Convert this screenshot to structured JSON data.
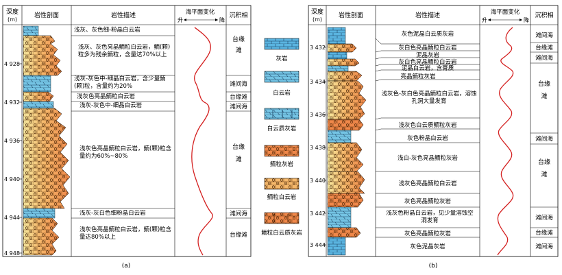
{
  "panel_a": {
    "headers": {
      "depth": "深度",
      "depth_unit": "(m)",
      "profile": "岩性剖面",
      "description": "岩性描述",
      "sea_level": "海平面变化",
      "rise": "升",
      "fall": "降",
      "facies": "沉积相"
    },
    "depth_ticks": [
      "4 928",
      "4 932",
      "4 936",
      "4 940",
      "4 944",
      "4 948"
    ],
    "descriptions": [
      "浅灰、灰色细-粉晶白云岩",
      "浅灰、灰色亮晶鲕粒白云岩，鲕(颗)粒多为残余鲕粒，含量达70%以上",
      "浅灰-灰色中-细晶白云岩，含少量鲕(颗)粒，含量约为20%",
      "浅灰色亮晶鲕粒白云岩",
      "浅灰-灰色中-细晶白云岩",
      "浅灰色亮晶鲕粒白云岩，鲕(颗)粒含量约为60%~80%",
      "浅灰-灰白色细粉晶白云岩",
      "浅灰色亮晶鲕粒白云岩，鲕(颗)粒含量达80%以上"
    ],
    "facies": [
      "台缘滩",
      "滩间海",
      "台缘滩",
      "滩间海",
      "台缘滩",
      "滩间海",
      "台缘滩"
    ],
    "label": "(a)"
  },
  "panel_b": {
    "headers": {
      "depth": "深度",
      "depth_unit": "(m)",
      "profile": "岩性剖面",
      "description": "岩性描述",
      "sea_level": "海平面变化",
      "rise": "升",
      "fall": "降",
      "facies": "沉积相"
    },
    "depth_ticks": [
      "3 432",
      "3 434",
      "3 436",
      "3 438",
      "3 440",
      "3 442",
      "3 444"
    ],
    "descriptions": [
      "灰色泥晶白云质灰岩",
      "灰白色亮晶鲕粒白云岩",
      "泥晶灰岩",
      "灰白色亮晶鲕粒白云岩",
      "泥晶白云岩，含膏质",
      "亮晶鲕粒灰岩",
      "浅灰色-灰白色亮晶鲕粒白云岩，溶蚀孔洞大量发育",
      "浅灰色白云质鲕粒灰岩",
      "灰色粉晶白云岩",
      "浅白-灰色亮晶鲕粒灰岩",
      "浅灰色亮晶鲕粒白云岩",
      "灰色亮晶鲕粒灰岩",
      "浅灰色粉晶白云岩，见少量溶蚀空洞发育",
      "灰色亮晶鲕粒灰岩",
      "灰色泥晶灰岩"
    ],
    "facies": [
      "滩间海",
      "台缘滩",
      "滩间海",
      "台缘滩",
      "滩间海",
      "台缘滩",
      "滩间海",
      "台缘滩",
      "滩间海"
    ],
    "label": "(b)"
  },
  "legend": [
    "灰岩",
    "白云岩",
    "白云质灰岩",
    "鲕粒灰岩",
    "鲕粒白云岩",
    "鲕粒白云质灰岩"
  ],
  "colors": {
    "limestone": "#5ab4e0",
    "dolomite": "#74c4e4",
    "oolitic": "#f0884a",
    "oolitic_light": "#f5b86b",
    "pale": "#f6e9a0",
    "curve": "#d42020",
    "line": "#000000"
  }
}
